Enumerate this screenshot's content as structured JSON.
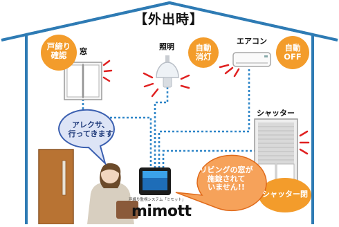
{
  "title": "【外出時】",
  "devices": {
    "window": {
      "label": "窓",
      "badge": [
        "戸締り",
        "確認"
      ]
    },
    "light": {
      "label": "照明",
      "badge": [
        "自動",
        "消灯"
      ]
    },
    "aircon": {
      "label": "エアコン",
      "badge": [
        "自動",
        "OFF"
      ]
    },
    "shutter": {
      "label": "シャッター",
      "badge": [
        "シャッター閉"
      ]
    }
  },
  "speech": {
    "user": [
      "アレクサ、",
      "行ってきます"
    ],
    "device": [
      "リビングの窓が",
      "施錠されて",
      "いません!!"
    ]
  },
  "brand": {
    "tagline": "戸締り監視システム「ミモット」",
    "name": "mimott"
  },
  "colors": {
    "house_outline": "#2e7bb4",
    "badge_fill": "#f39c2b",
    "speech_user_fill": "#dde4f6",
    "speech_device_fill": "#f6a25a",
    "wire": "#2f86c8",
    "alert": "#e02020"
  }
}
